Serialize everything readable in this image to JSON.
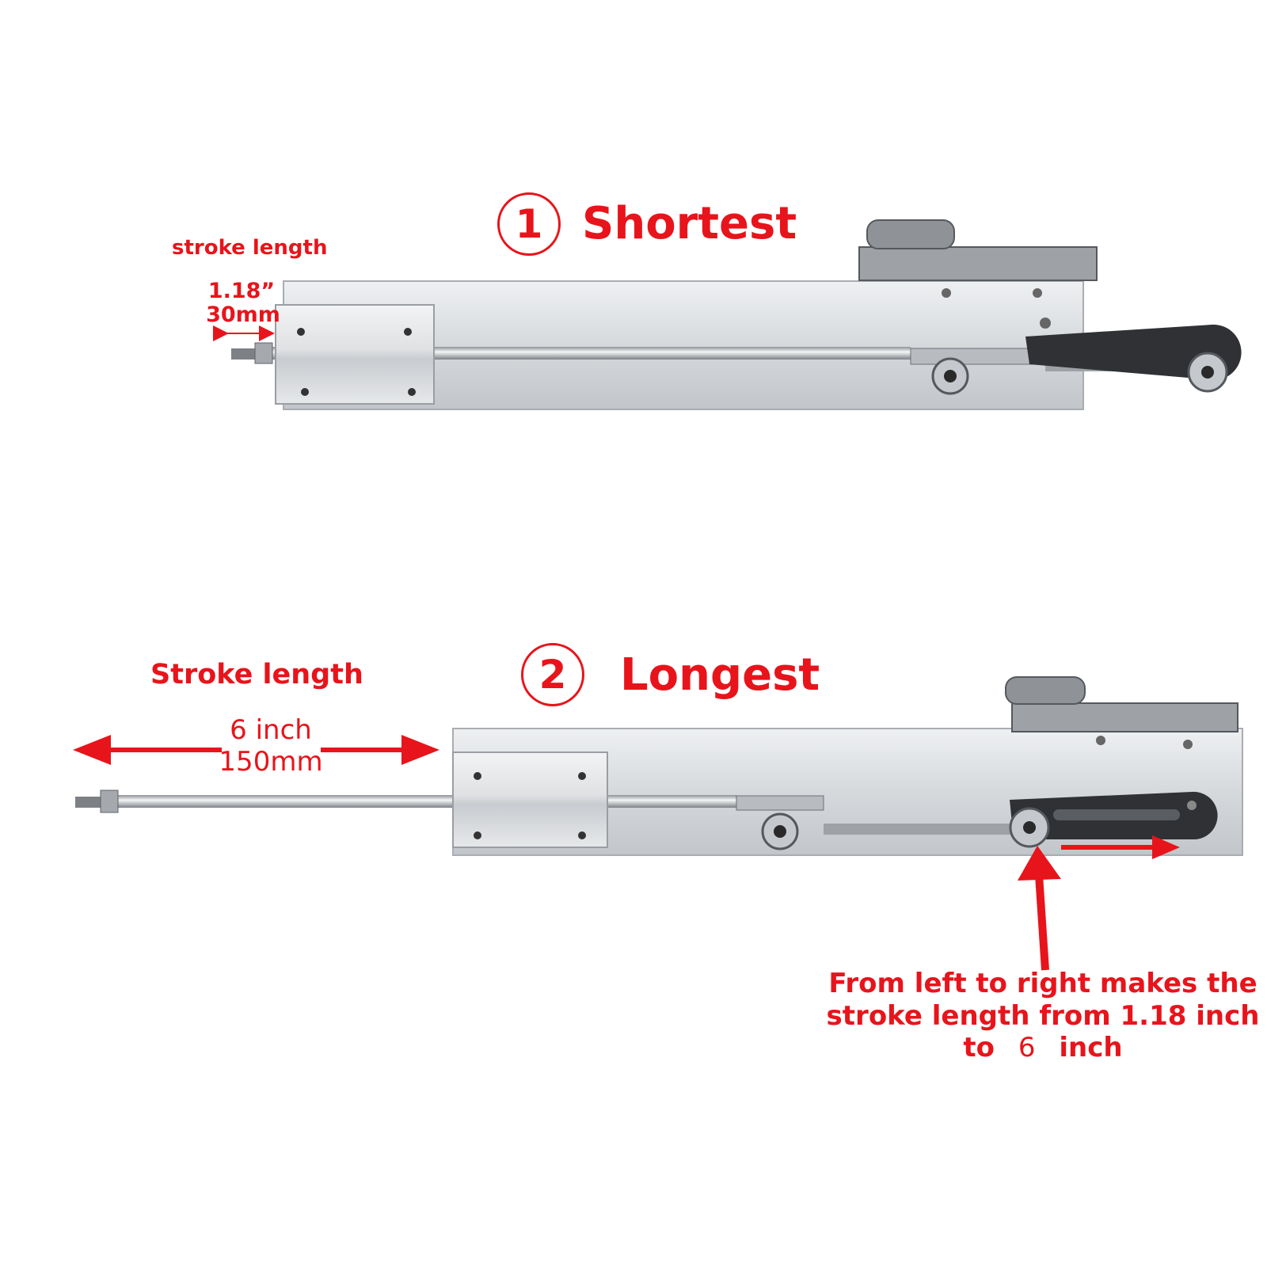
{
  "colors": {
    "annotation": "#e8141b",
    "aluminum": "#d9dbdd",
    "steel": "#b8bcc1",
    "dark": "#2a2a2a"
  },
  "panel1": {
    "number": "1",
    "title": "Shortest",
    "stroke_label": "stroke length",
    "stroke_inch": "1.18”",
    "stroke_mm": "30mm"
  },
  "panel2": {
    "number": "2",
    "title": "Longest",
    "stroke_label": "Stroke length",
    "stroke_inch": "6 inch",
    "stroke_mm": "150mm"
  },
  "note": {
    "line1": "From left to right makes the",
    "line2": "stroke length from 1.18 inch",
    "line3_a": "to",
    "line3_b": "6",
    "line3_c": "inch"
  }
}
